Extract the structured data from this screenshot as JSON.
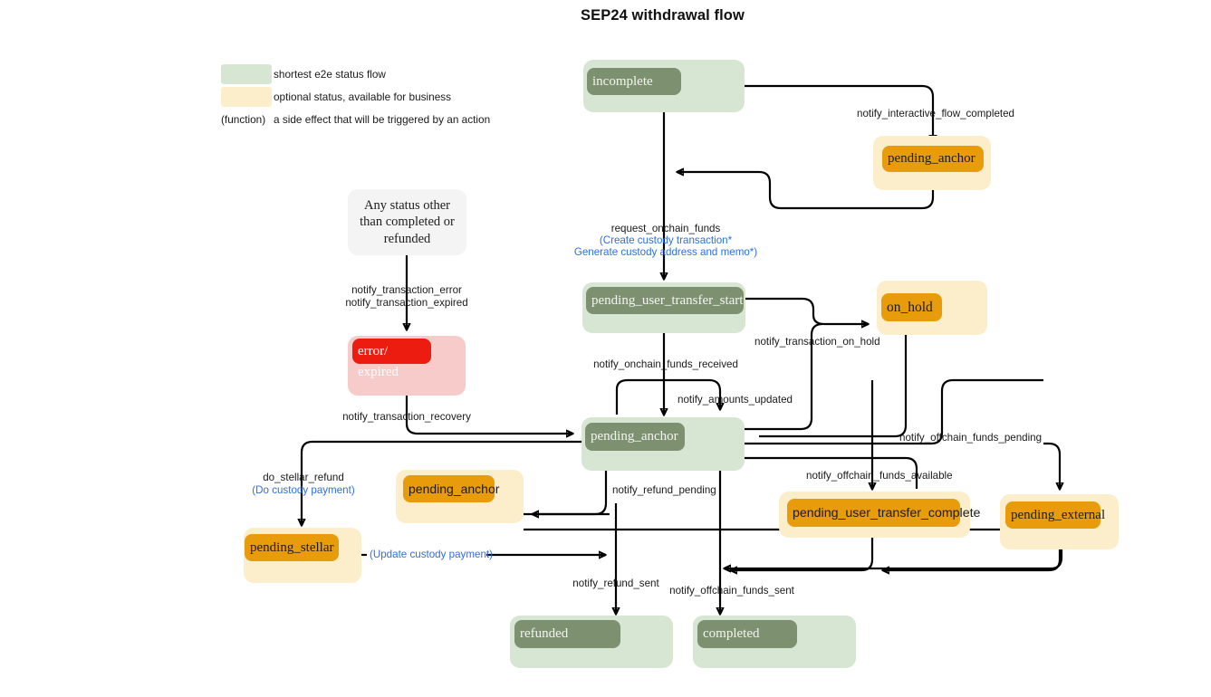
{
  "title": "SEP24 withdrawal flow",
  "legend": {
    "items": [
      {
        "swatch": "#d6e6d2",
        "label": "shortest e2e status flow"
      },
      {
        "swatch": "#fdeecb",
        "label": "optional status, available for business"
      }
    ],
    "function_note": {
      "token": "(function)",
      "label": "a side effect that will be triggered by an action"
    }
  },
  "colors": {
    "green_body": "#d6e6d2",
    "green_badge": "#7d9171",
    "cream_body": "#fdeecb",
    "orange_badge": "#e89c0c",
    "pink_body": "#f8cbcb",
    "red_badge": "#ed1c10",
    "grey_body": "#f4f4f4",
    "function_link": "#2d6fe0",
    "edge": "#000000"
  },
  "nodes": {
    "incomplete": "incomplete",
    "pending_anchor_top": "pending_anchor",
    "any_status": "Any status other than completed or refunded",
    "error_expired_top": "error/",
    "error_expired_bottom": "expired",
    "pending_user_transfer_start": "pending_user_transfer_start",
    "on_hold": "on_hold",
    "pending_anchor_main": "pending_anchor",
    "pending_anchor_refund": "pending_anchor",
    "pending_stellar": "pending_stellar",
    "pending_user_transfer_complete": "pending_user_transfer_complete",
    "pending_external": "pending_external",
    "refunded": "refunded",
    "completed": "completed"
  },
  "edge_labels": {
    "notify_interactive_flow_completed": "notify_interactive_flow_completed",
    "request_onchain_funds": "request_onchain_funds",
    "create_custody_transaction": "(Create custody transaction*",
    "generate_custody_address": "Generate custody address and memo*)",
    "notify_transaction_error": "notify_transaction_error",
    "notify_transaction_expired": "notify_transaction_expired",
    "notify_transaction_recovery": "notify_transaction_recovery",
    "notify_onchain_funds_received": "notify_onchain_funds_received",
    "notify_amounts_updated": "notify_amounts_updated",
    "notify_transaction_on_hold": "notify_transaction_on_hold",
    "notify_offchain_funds_pending": "notify_offchain_funds_pending",
    "notify_offchain_funds_available": "notify_offchain_funds_available",
    "notify_refund_pending": "notify_refund_pending",
    "do_stellar_refund": "do_stellar_refund",
    "do_custody_payment": "(Do custody payment)",
    "update_custody_payment": "(Update custody payment)",
    "notify_refund_sent": "notify_refund_sent",
    "notify_offchain_funds_sent": "notify_offchain_funds_sent"
  }
}
